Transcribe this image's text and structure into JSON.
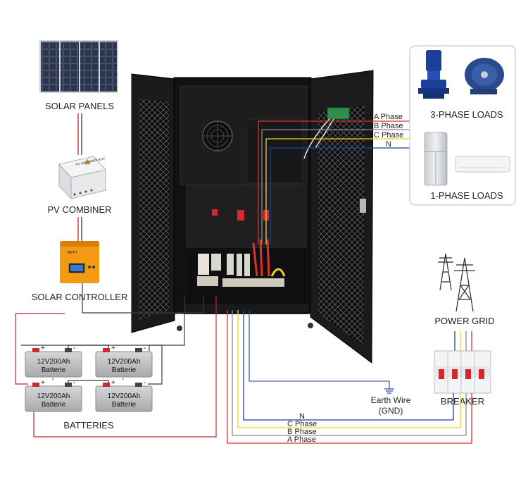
{
  "labels": {
    "solar_panels": "SOLAR PANELS",
    "pv_combiner": "PV COMBINER",
    "solar_controller": "SOLAR CONTROLLER",
    "batteries": "BATTERIES",
    "three_phase_loads": "3-PHASE LOADS",
    "one_phase_loads": "1-PHASE LOADS",
    "power_grid": "POWER GRID",
    "breaker": "BREAKER",
    "earth_wire": "Earth Wire",
    "gnd": "(GND)"
  },
  "device_text": {
    "combiner_box": "PV COMBINER BOX",
    "controller_brand": "MPPT"
  },
  "battery": {
    "capacity": "12V200Ah",
    "name": "Batterie",
    "positive": "+",
    "negative": "-"
  },
  "load_wires": {
    "a_phase": "A Phase",
    "b_phase": "B Phase",
    "c_phase": "C Phase",
    "neutral": "N"
  },
  "grid_wires": {
    "neutral": "N",
    "c_phase": "C Phase",
    "b_phase": "B Phase",
    "a_phase": "A Phase"
  },
  "colors": {
    "a_phase": "#e0302a",
    "b_phase": "#8a8a8a",
    "c_phase": "#f2d21b",
    "neutral": "#1f3f9e",
    "dc_positive": "#c8282e",
    "dc_negative": "#3a3a3a",
    "cabinet": "#1c1c1e",
    "controller": "#f39a12"
  }
}
